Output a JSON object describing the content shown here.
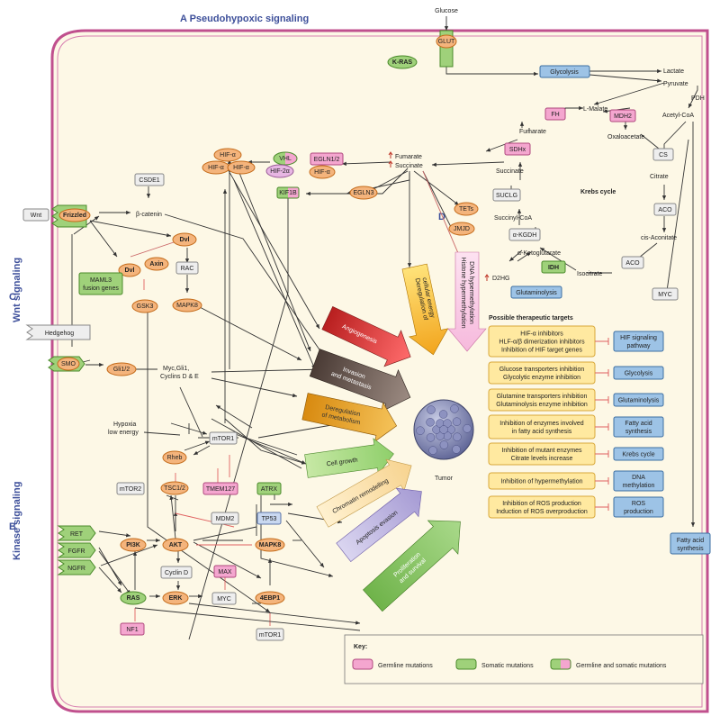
{
  "sections": {
    "a": "A   Pseudohypoxic signaling",
    "b": "B",
    "b_name": "Kinase signaling",
    "c": "C",
    "c_name": "Wnt signaling",
    "d": "D"
  },
  "labels": {
    "glucose": "Glucose",
    "krebs": "Krebs cycle",
    "pdh": "PDH",
    "lactate": "Lactate",
    "pyruvate": "Pyruvate",
    "acetyl_coa": "Acetyl-CoA",
    "l_malate": "L-Malate",
    "oxaloacetate": "Oxaloacetate",
    "citrate": "Citrate",
    "cis_aconitate": "cis-Aconitate",
    "isocitrate": "Isocitrate",
    "a_ketoglutarate": "α-Ketoglutarate",
    "succinyl_coa": "Succinyl-CoA",
    "succinate": "Succinate",
    "fumarate": "Fumarate",
    "fumarate_up": "Fumarate",
    "succinate_up": "Succinate",
    "d2hg": "D2HG",
    "beta_catenin": "β-catenin",
    "myc_gli": "Myc,Gli1,",
    "cyclins": "Cyclins D & E",
    "hypoxia": "Hypoxia",
    "low_energy": "low energy",
    "tumor": "Tumor"
  },
  "nodes": {
    "glut": "GLUT",
    "kras": "K-RAS",
    "glycolysis": "Glycolysis",
    "fh": "FH",
    "mdh2": "MDH2",
    "sdhx": "SDHx",
    "cs": "CS",
    "suclg": "SUCLG",
    "a_kgdh": "α-KGDH",
    "aco1": "ACO",
    "aco2": "ACO",
    "idh": "IDH",
    "glutaminolysis": "Glutaminolysis",
    "myc_krebs": "MYC",
    "fatty_acid": "Fatty acid",
    "fatty_acid2": "synthesis",
    "hif_a1": "HIF-α",
    "hif_a2": "HIF-α",
    "hif_a3": "HIF-α",
    "vhl": "VHL",
    "hif_2a": "HIF-2α",
    "egln12": "EGLN1/2",
    "hif_a4": "HIF-α",
    "kif1b": "KIF1B",
    "egln3": "EGLN3",
    "tets": "TETs",
    "jmjd": "JMJD",
    "csde1": "CSDE1",
    "wnt": "Wnt",
    "frizzled": "Frizzled",
    "dvl1": "Dvl",
    "dvl2": "Dvl",
    "axin": "Axin",
    "rac": "RAC",
    "mapk8a": "MAPK8",
    "gsk3": "GSK3",
    "maml3a": "MAML3",
    "maml3b": "fusion genes",
    "hedgehog": "Hedgehog",
    "smo": "SMO",
    "gli12": "Gli1/2",
    "mtor1a": "mTOR1",
    "rheb": "Rheb",
    "tsc12": "TSC1/2",
    "tmem127": "TMEM127",
    "mtor2": "mTOR2",
    "atrx": "ATRX",
    "mdm2": "MDM2",
    "tp53": "TP53",
    "ret": "RET",
    "fgfr": "FGFR",
    "ngfr": "NGFR",
    "pi3k": "PI3K",
    "akt": "AKT",
    "mapk8b": "MAPK8",
    "cyclin_d": "Cyclin D",
    "max": "MAX",
    "ras": "RAS",
    "erk": "ERK",
    "myc": "MYC",
    "ebp1": "4EBP1",
    "nf1": "NF1",
    "mtor1b": "mTOR1"
  },
  "hallmarks": {
    "angiogenesis": "Angiogenesis",
    "invasion1": "Invasion",
    "invasion2": "and metastasis",
    "dereg_metab1": "Deregulation",
    "dereg_metab2": "of metabolism",
    "cell_growth": "Cell growth",
    "chromatin": "Chromatin remodelling",
    "apoptosis": "Apoptosis evasion",
    "prolif1": "Proliferation",
    "prolif2": "and survival",
    "dereg_energy1": "Deregulation of",
    "dereg_energy2": "cellular energy",
    "dna1": "DNA hypermethylation",
    "dna2": "Histone hypermethylation"
  },
  "targets": {
    "title": "Possible therapeutic targets",
    "rows": [
      {
        "lines": [
          "HIF-α inhibitors",
          "HLF-α/β dimerization inhibitors",
          "Inhibition of HIF target genes"
        ],
        "target": [
          "HIF signaling",
          "pathway"
        ]
      },
      {
        "lines": [
          "Glucose transporters inhibition",
          "Glycolytic enzyme inhibition"
        ],
        "target": [
          "Glycolysis"
        ]
      },
      {
        "lines": [
          "Glutamine transporters inhibition",
          "Glutaminolysis enzyme inhibition"
        ],
        "target": [
          "Glutaminolysis"
        ]
      },
      {
        "lines": [
          "Inhibition of enzymes involved",
          "in fatty acid synthesis"
        ],
        "target": [
          "Fatty acid",
          "synthesis"
        ]
      },
      {
        "lines": [
          "Inhibition of mutant enzymes",
          "Citrate levels increase"
        ],
        "target": [
          "Krebs cycle"
        ]
      },
      {
        "lines": [
          "Inhibition of hypermethylation"
        ],
        "target": [
          "DNA",
          "methylation"
        ]
      },
      {
        "lines": [
          "Inhibition of ROS production",
          "Induction of ROS overproduction"
        ],
        "target": [
          "ROS",
          "production"
        ]
      }
    ]
  },
  "key": {
    "title": "Key:",
    "germline": "Germline mutations",
    "somatic": "Somatic mutations",
    "both": "Germline and somatic mutations"
  },
  "colors": {
    "germline": "#f4a6cf",
    "somatic": "#9fd17a",
    "orange": "#f4b47c",
    "grey": "#eeeeee",
    "blue": "#9dc3e6",
    "yellow": "#ffe9a0",
    "cell": "#fdf8e6",
    "membrane": "#c0508e"
  }
}
